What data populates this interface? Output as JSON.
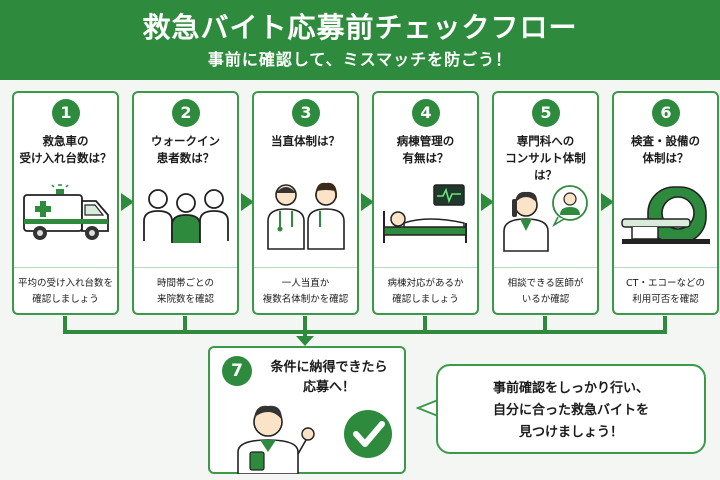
{
  "header": {
    "title": "救急バイト応募前チェックフロー",
    "subtitle": "事前に確認して、ミスマッチを防ごう！"
  },
  "steps": [
    {
      "number": "1",
      "title_lines": [
        "救急車の",
        "受け入れ台数は？"
      ],
      "desc_lines": [
        "平均の受け入れ台数を",
        "確認しましょう"
      ],
      "icon": "ambulance-icon"
    },
    {
      "number": "2",
      "title_lines": [
        "ウォークイン",
        "患者数は？"
      ],
      "desc_lines": [
        "時間帯ごとの",
        "来院数を確認"
      ],
      "icon": "patients-icon"
    },
    {
      "number": "3",
      "title_lines": [
        "当直体制は？",
        ""
      ],
      "desc_lines": [
        "一人当直か",
        "複数名体制かを確認"
      ],
      "icon": "doctors-icon"
    },
    {
      "number": "4",
      "title_lines": [
        "病棟管理の",
        "有無は？"
      ],
      "desc_lines": [
        "病棟対応があるか",
        "確認しましょう"
      ],
      "icon": "hospital-bed-icon"
    },
    {
      "number": "5",
      "title_lines": [
        "専門科への",
        "コンサルト体制は？"
      ],
      "desc_lines": [
        "相談できる医師が",
        "いるか確認"
      ],
      "icon": "phone-consult-icon"
    },
    {
      "number": "6",
      "title_lines": [
        "検査・設備の",
        "体制は？"
      ],
      "desc_lines": [
        "CT・エコーなどの",
        "利用可否を確認"
      ],
      "icon": "ct-scanner-icon"
    }
  ],
  "final_step": {
    "number": "7",
    "title_lines": [
      "条件に納得できたら",
      "応募へ！"
    ],
    "icon": "doctor-checkmark-icon"
  },
  "bubble": {
    "lines": [
      "事前確認をしっかり行い、",
      "自分に合った救急バイトを",
      "見つけましょう！"
    ]
  },
  "colors": {
    "primary": "#2e8b3e",
    "border": "#3a9a48",
    "background": "#f4f6f4"
  }
}
